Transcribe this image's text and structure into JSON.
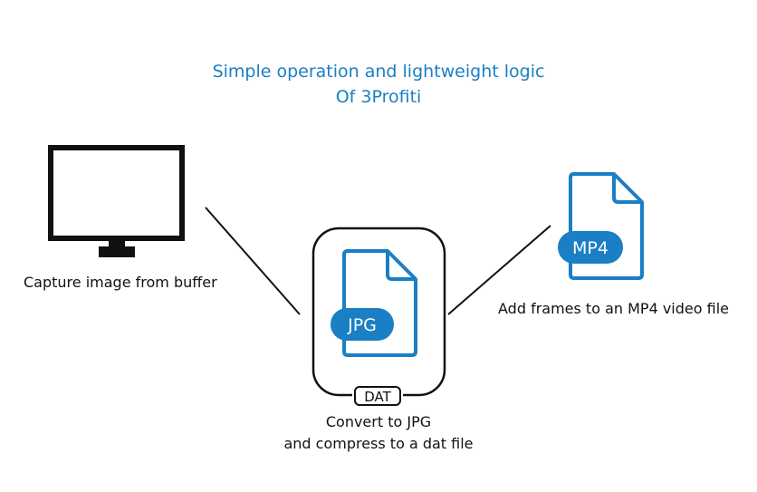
{
  "title": {
    "line1": "Simple operation and lightweight logic",
    "line2": "Of 3Profiti"
  },
  "nodes": {
    "capture": {
      "caption": "Capture image from buffer",
      "icon": "monitor-icon"
    },
    "convert": {
      "file_label": "JPG",
      "container_label": "DAT",
      "caption_line1": "Convert to JPG",
      "caption_line2": "and compress to a dat file",
      "icon": "jpg-file-icon"
    },
    "mp4": {
      "file_label": "MP4",
      "caption": "Add frames to an MP4 video file",
      "icon": "mp4-file-icon"
    }
  },
  "colors": {
    "accent": "#1a7fc4",
    "ink": "#111111",
    "background": "#ffffff"
  }
}
